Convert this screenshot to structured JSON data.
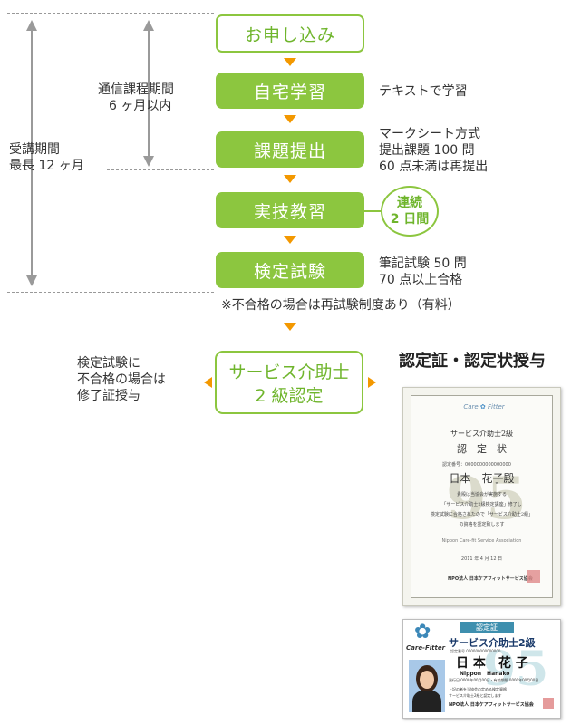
{
  "steps": [
    {
      "label": "お申し込み"
    },
    {
      "label": "自宅学習"
    },
    {
      "label": "課題提出"
    },
    {
      "label": "実技教習"
    },
    {
      "label": "検定試験"
    }
  ],
  "notes": {
    "self_study": "テキストで学習",
    "submission": [
      "マークシート方式",
      "提出課題 100 問",
      "60 点未満は再提出"
    ],
    "exam": [
      "筆記試験 50 問",
      "70 点以上合格"
    ],
    "retest": "※不合格の場合は再試験制度あり（有料）",
    "fail_left": [
      "検定試験に",
      "不合格の場合は",
      "修了証授与"
    ]
  },
  "badge": [
    "連続",
    "2 日間"
  ],
  "periods": {
    "correspondence": [
      "通信課程期間",
      "6 ヶ月以内"
    ],
    "attendance": [
      "受講期間",
      "最長 12 ヶ月"
    ]
  },
  "final": [
    "サービス介助士",
    "2 級認定"
  ],
  "award_title": "認定証・認定状授与",
  "certificate": {
    "logo_left": "Care",
    "logo_right": "Fitter",
    "title": "サービス介助士2級",
    "heading": "認　定　状",
    "number": "認定番号：0000000000000000",
    "name": "日本　花子殿",
    "body1": "貴殿は当協会が実施する",
    "body2": "「サービス介助士2級検定講座」修了し",
    "body3": "検定試験に合格されたので「サービス介助士2級」",
    "body4": "の資格を認定致します",
    "assoc_en": "Nippon Care-fit Service Association",
    "date": "2011 年 4 月 12 日",
    "issuer": "NPO法人  日本ケアフィットサービス協会"
  },
  "card": {
    "header": "認定証",
    "brand": "Care-Fitter",
    "title": "サービス介助士2級",
    "number": "認定番号 000000000000000",
    "name": "日 本　花 子",
    "romaji": "Nippon　Hanako",
    "dates": "発行日 0000年00月00日・有効期限 0000年00月00日",
    "text1": "上記の者を当協会の定める検定資格",
    "text2": "サービス介助士2級と認定します",
    "issuer": "NPO法人  日本ケアフィットサービス協会"
  },
  "colors": {
    "green": "#8cc63f",
    "orange": "#f39800",
    "gray": "#9a9a9a"
  }
}
